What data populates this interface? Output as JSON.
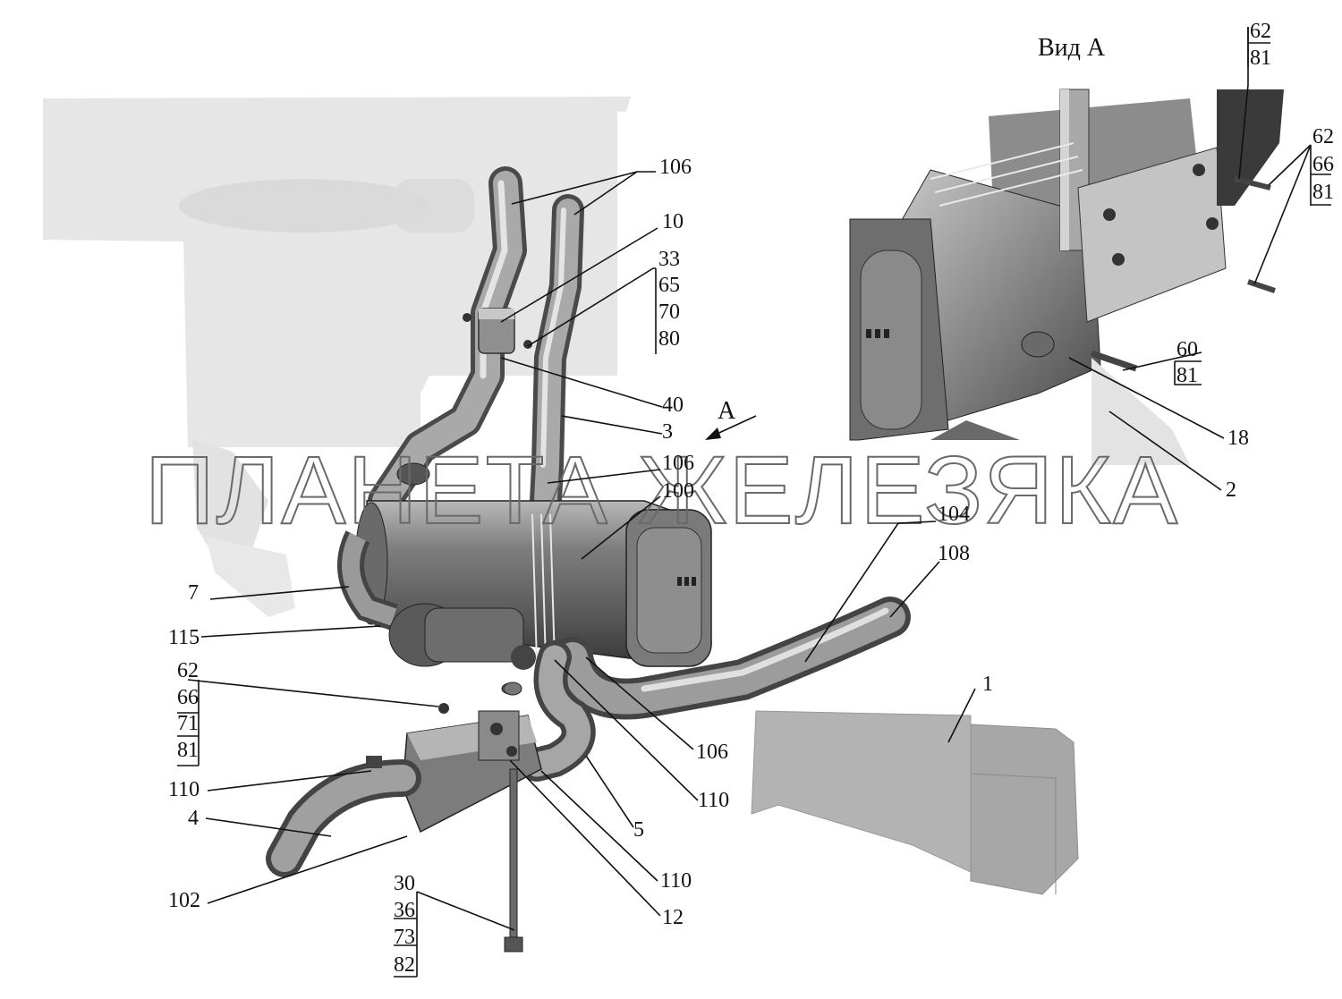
{
  "view_title": "Вид А",
  "view_arrow_label": "А",
  "watermark": "ПЛАНЕТА ЖЕЛЕЗЯКА",
  "main_labels": {
    "l106_top": "106",
    "l10": "10",
    "l40": "40",
    "l3": "3",
    "l106_mid": "106",
    "l100": "100",
    "l104": "104",
    "l108": "108",
    "l7": "7",
    "l115": "115",
    "l106_low": "106",
    "l110_mid": "110",
    "l110_left": "110",
    "l4": "4",
    "l5": "5",
    "l110_low": "110",
    "l12": "12",
    "l102": "102",
    "l1": "1"
  },
  "stacks": {
    "s_clamp": [
      "33",
      "65",
      "70",
      "80"
    ],
    "s_bolt_left": [
      "62",
      "66",
      "71",
      "81"
    ],
    "s_bolt_bottom": [
      "30",
      "36",
      "73",
      "82"
    ],
    "s_view_top": [
      "62",
      "81"
    ],
    "s_view_right": [
      "62",
      "66",
      "81"
    ],
    "s_view_bolt": [
      "60",
      "81"
    ]
  },
  "view_labels": {
    "l18": "18",
    "l2": "2"
  }
}
